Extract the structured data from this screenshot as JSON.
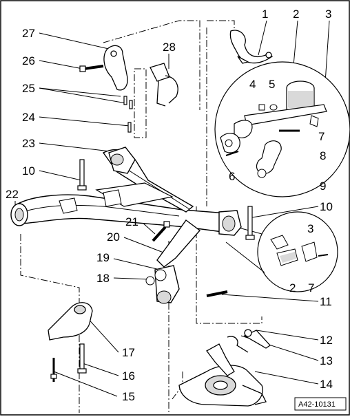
{
  "figure_reference": "A42-10131",
  "callouts": [
    "1",
    "2",
    "3",
    "4",
    "5",
    "6",
    "7",
    "8",
    "9",
    "10",
    "11",
    "12",
    "13",
    "14",
    "15",
    "16",
    "17",
    "18",
    "19",
    "20",
    "21",
    "22",
    "23",
    "24",
    "25",
    "26",
    "27",
    "28"
  ],
  "detail_callouts": [
    "2",
    "3",
    "7"
  ],
  "colors": {
    "line": "#000000",
    "part_fill": "#ffffff",
    "part_shade": "#d9d9d9",
    "background": "#ffffff"
  }
}
